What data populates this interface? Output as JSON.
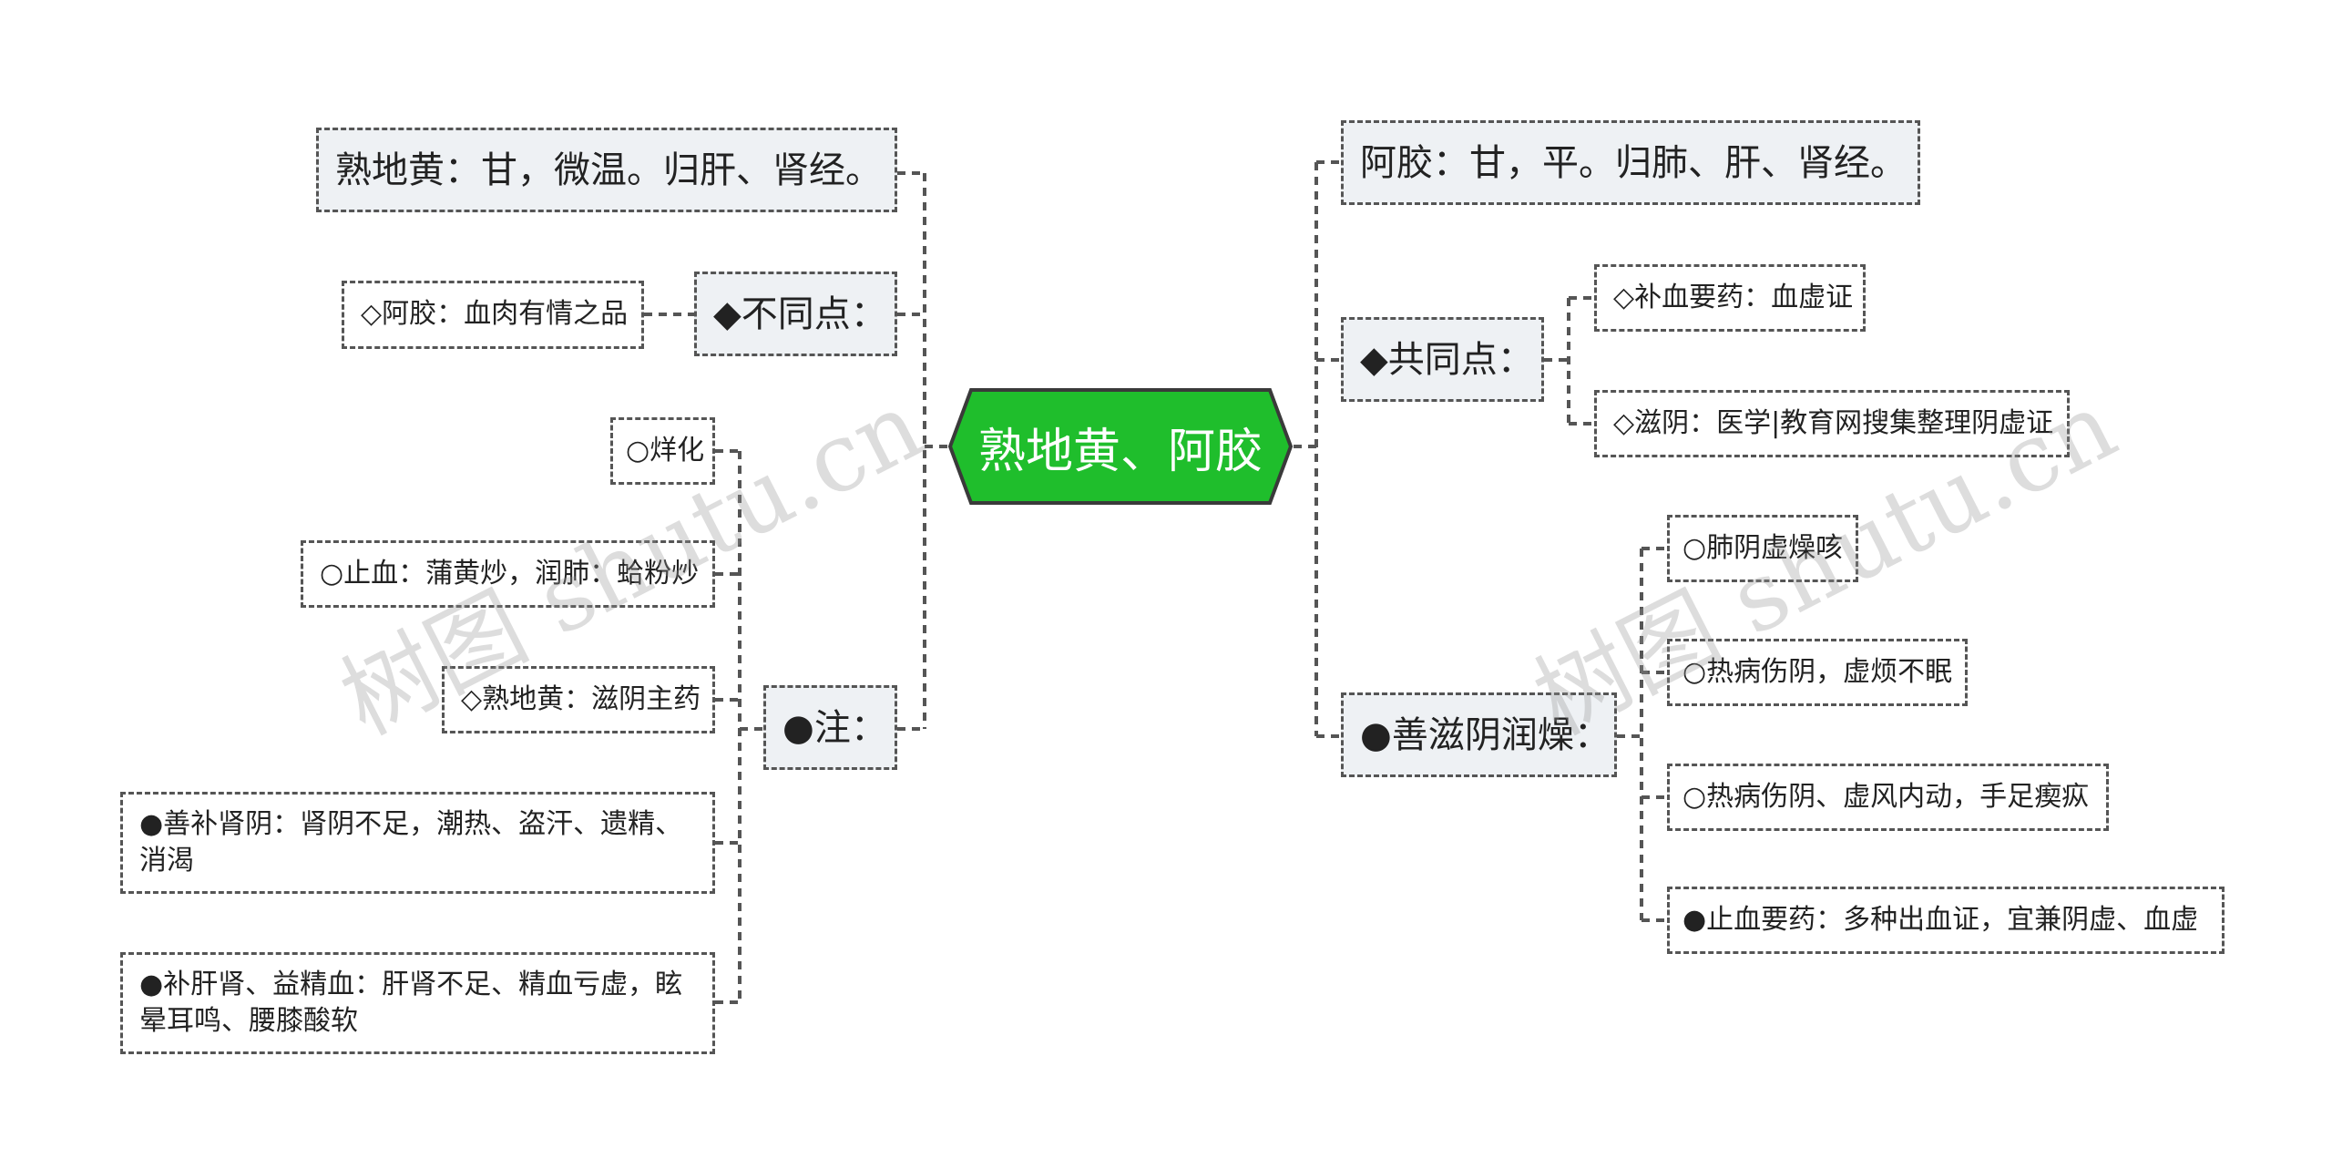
{
  "center": {
    "label": "熟地黄、阿胶",
    "fill_color": "#1fbe2c",
    "stroke_color": "#3a3a3a"
  },
  "left": {
    "shudi": "熟地黄：甘，微温。归肝、肾经。",
    "butongdian": {
      "label": "◆不同点：",
      "children": [
        "◇阿胶：血肉有情之品"
      ]
    },
    "zhu": {
      "label": "●注：",
      "children": [
        "○烊化",
        "○止血：蒲黄炒，润肺：蛤粉炒",
        "◇熟地黄：滋阴主药",
        "●善补肾阴：肾阴不足，潮热、盗汗、遗精、消渴",
        "●补肝肾、益精血：肝肾不足、精血亏虚，眩晕耳鸣、腰膝酸软"
      ]
    }
  },
  "right": {
    "ejiao": "阿胶：甘，平。归肺、肝、肾经。",
    "gongtongdian": {
      "label": "◆共同点：",
      "children": [
        "◇补血要药：血虚证",
        "◇滋阴：医学|教育网搜集整理阴虚证"
      ]
    },
    "shanziyin": {
      "label": "●善滋阴润燥：",
      "children": [
        "○肺阴虚燥咳",
        "○热病伤阴，虚烦不眠",
        "○热病伤阴、虚风内动，手足瘈疭",
        "●止血要药：多种出血证，宜兼阴虚、血虚"
      ]
    }
  },
  "watermark": "树图 shutu.cn"
}
